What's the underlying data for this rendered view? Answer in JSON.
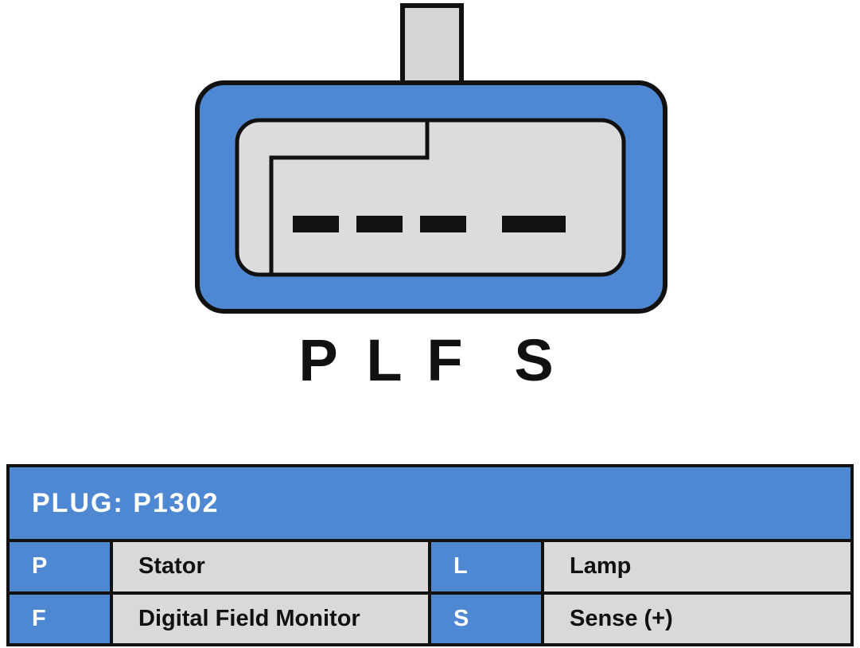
{
  "colors": {
    "accent_blue": "#4e87d2",
    "cavity_gray": "#d9d9d9",
    "outline_black": "#111111",
    "text_white": "#ffffff"
  },
  "connector": {
    "pins": [
      "P",
      "L",
      "F",
      "S"
    ]
  },
  "table": {
    "title": "PLUG: P1302",
    "rows": [
      [
        {
          "pin": "P",
          "desc": "Stator"
        },
        {
          "pin": "L",
          "desc": "Lamp"
        }
      ],
      [
        {
          "pin": "F",
          "desc": "Digital Field Monitor"
        },
        {
          "pin": "S",
          "desc": "Sense (+)"
        }
      ]
    ]
  }
}
